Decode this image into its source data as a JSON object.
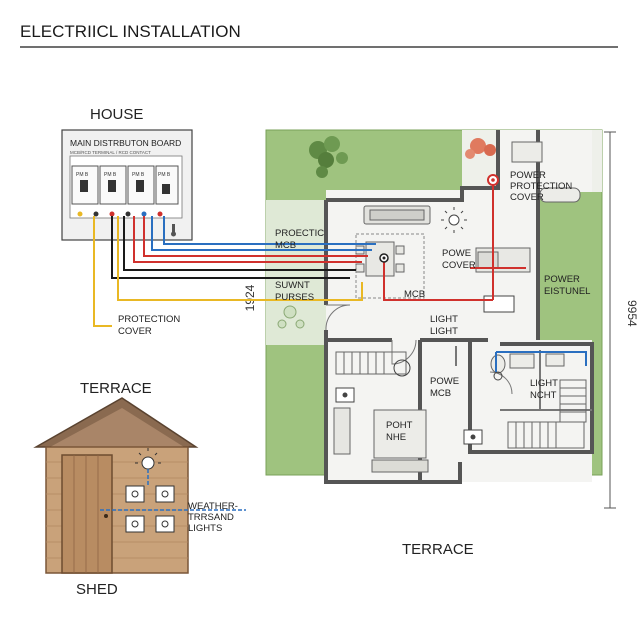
{
  "title": "ELECTRIICL INSTALLATION",
  "colors": {
    "lawn": "#9fc37f",
    "lawn_dark": "#8ab56c",
    "wall": "#555555",
    "floor": "#f4f4f2",
    "wire_red": "#d0312d",
    "wire_blue": "#2a6fc0",
    "wire_yellow": "#e9b824",
    "wire_black": "#1a1a1a",
    "wood": "#c9a27a",
    "wood_dark": "#7a5638",
    "roof": "#8a6a50"
  },
  "house_heading": "HOUSE",
  "distribution_board": {
    "title": "MAIN DISTRBUTON BOARD",
    "subtitle": "MCB/RCD TERMINAL / RCD CONTACT",
    "breaker_labels": [
      "PM B",
      "PM B",
      "PM B",
      "PM B"
    ]
  },
  "protection_cover_label": [
    "PROTECTION",
    "COVER"
  ],
  "terrace_left_label": "TERRACE",
  "terrace_bottom_label": "TERRACE",
  "shed": {
    "label": "SHED",
    "lights_label": [
      "WEATHER-",
      "TRRSAND",
      "LIGHTS"
    ]
  },
  "plan": {
    "dim_left": "1924",
    "dim_right": "9954",
    "rooms": {
      "proectic_mcb": [
        "PROECTIC",
        "MCB"
      ],
      "suwnt_purses": [
        "SUWNT",
        "PURSES"
      ],
      "mcb": "MCB",
      "powe_cover": [
        "POWE",
        "COVER"
      ],
      "power_protection_cover": [
        "POWER",
        "PROTECTION",
        "COVER"
      ],
      "power_eistunel": [
        "POWER",
        "EISTUNEL"
      ],
      "light_light": [
        "LIGHT",
        "LIGHT"
      ],
      "powe_mcb": [
        "POWE",
        "MCB"
      ],
      "light_ncht": [
        "LIGHT",
        "NCHT"
      ],
      "poht_nhe": [
        "POHT",
        "NHE"
      ]
    }
  }
}
